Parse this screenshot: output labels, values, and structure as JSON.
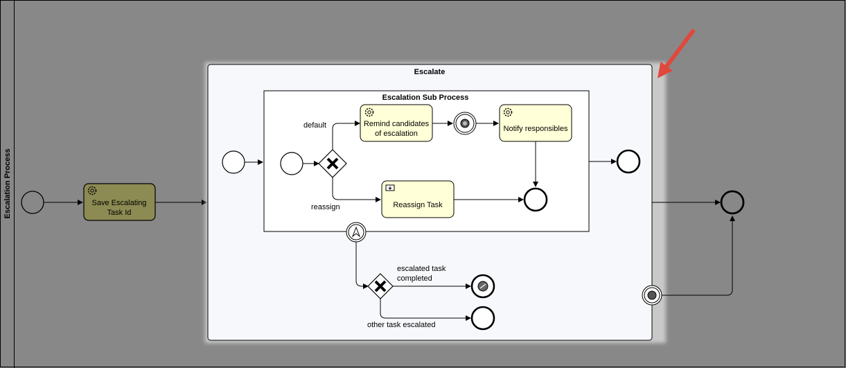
{
  "pool": {
    "label": "Escalation Process"
  },
  "tasks": {
    "save_escalating": {
      "line1": "Save Escalating",
      "line2": "Task Id"
    },
    "remind_candidates": {
      "line1": "Remind candidates",
      "line2": "of escalation"
    },
    "notify_responsibles": {
      "label": "Notify responsibles"
    },
    "reassign_task": {
      "label": "Reassign Task"
    }
  },
  "subprocess": {
    "label": "Escalate"
  },
  "inner_subprocess": {
    "label": "Escalation Sub Process"
  },
  "flows": {
    "default": "default",
    "reassign": "reassign",
    "escalated_completed_line1": "escalated task",
    "escalated_completed_line2": "completed",
    "other_escalated": "other task escalated"
  },
  "colors": {
    "background": "#888888",
    "subprocess_fill": "#f6f8fb",
    "task_fill": "#ffffd8",
    "selected_task_fill": "#8b8b53",
    "arrow_highlight": "#e0483e"
  }
}
